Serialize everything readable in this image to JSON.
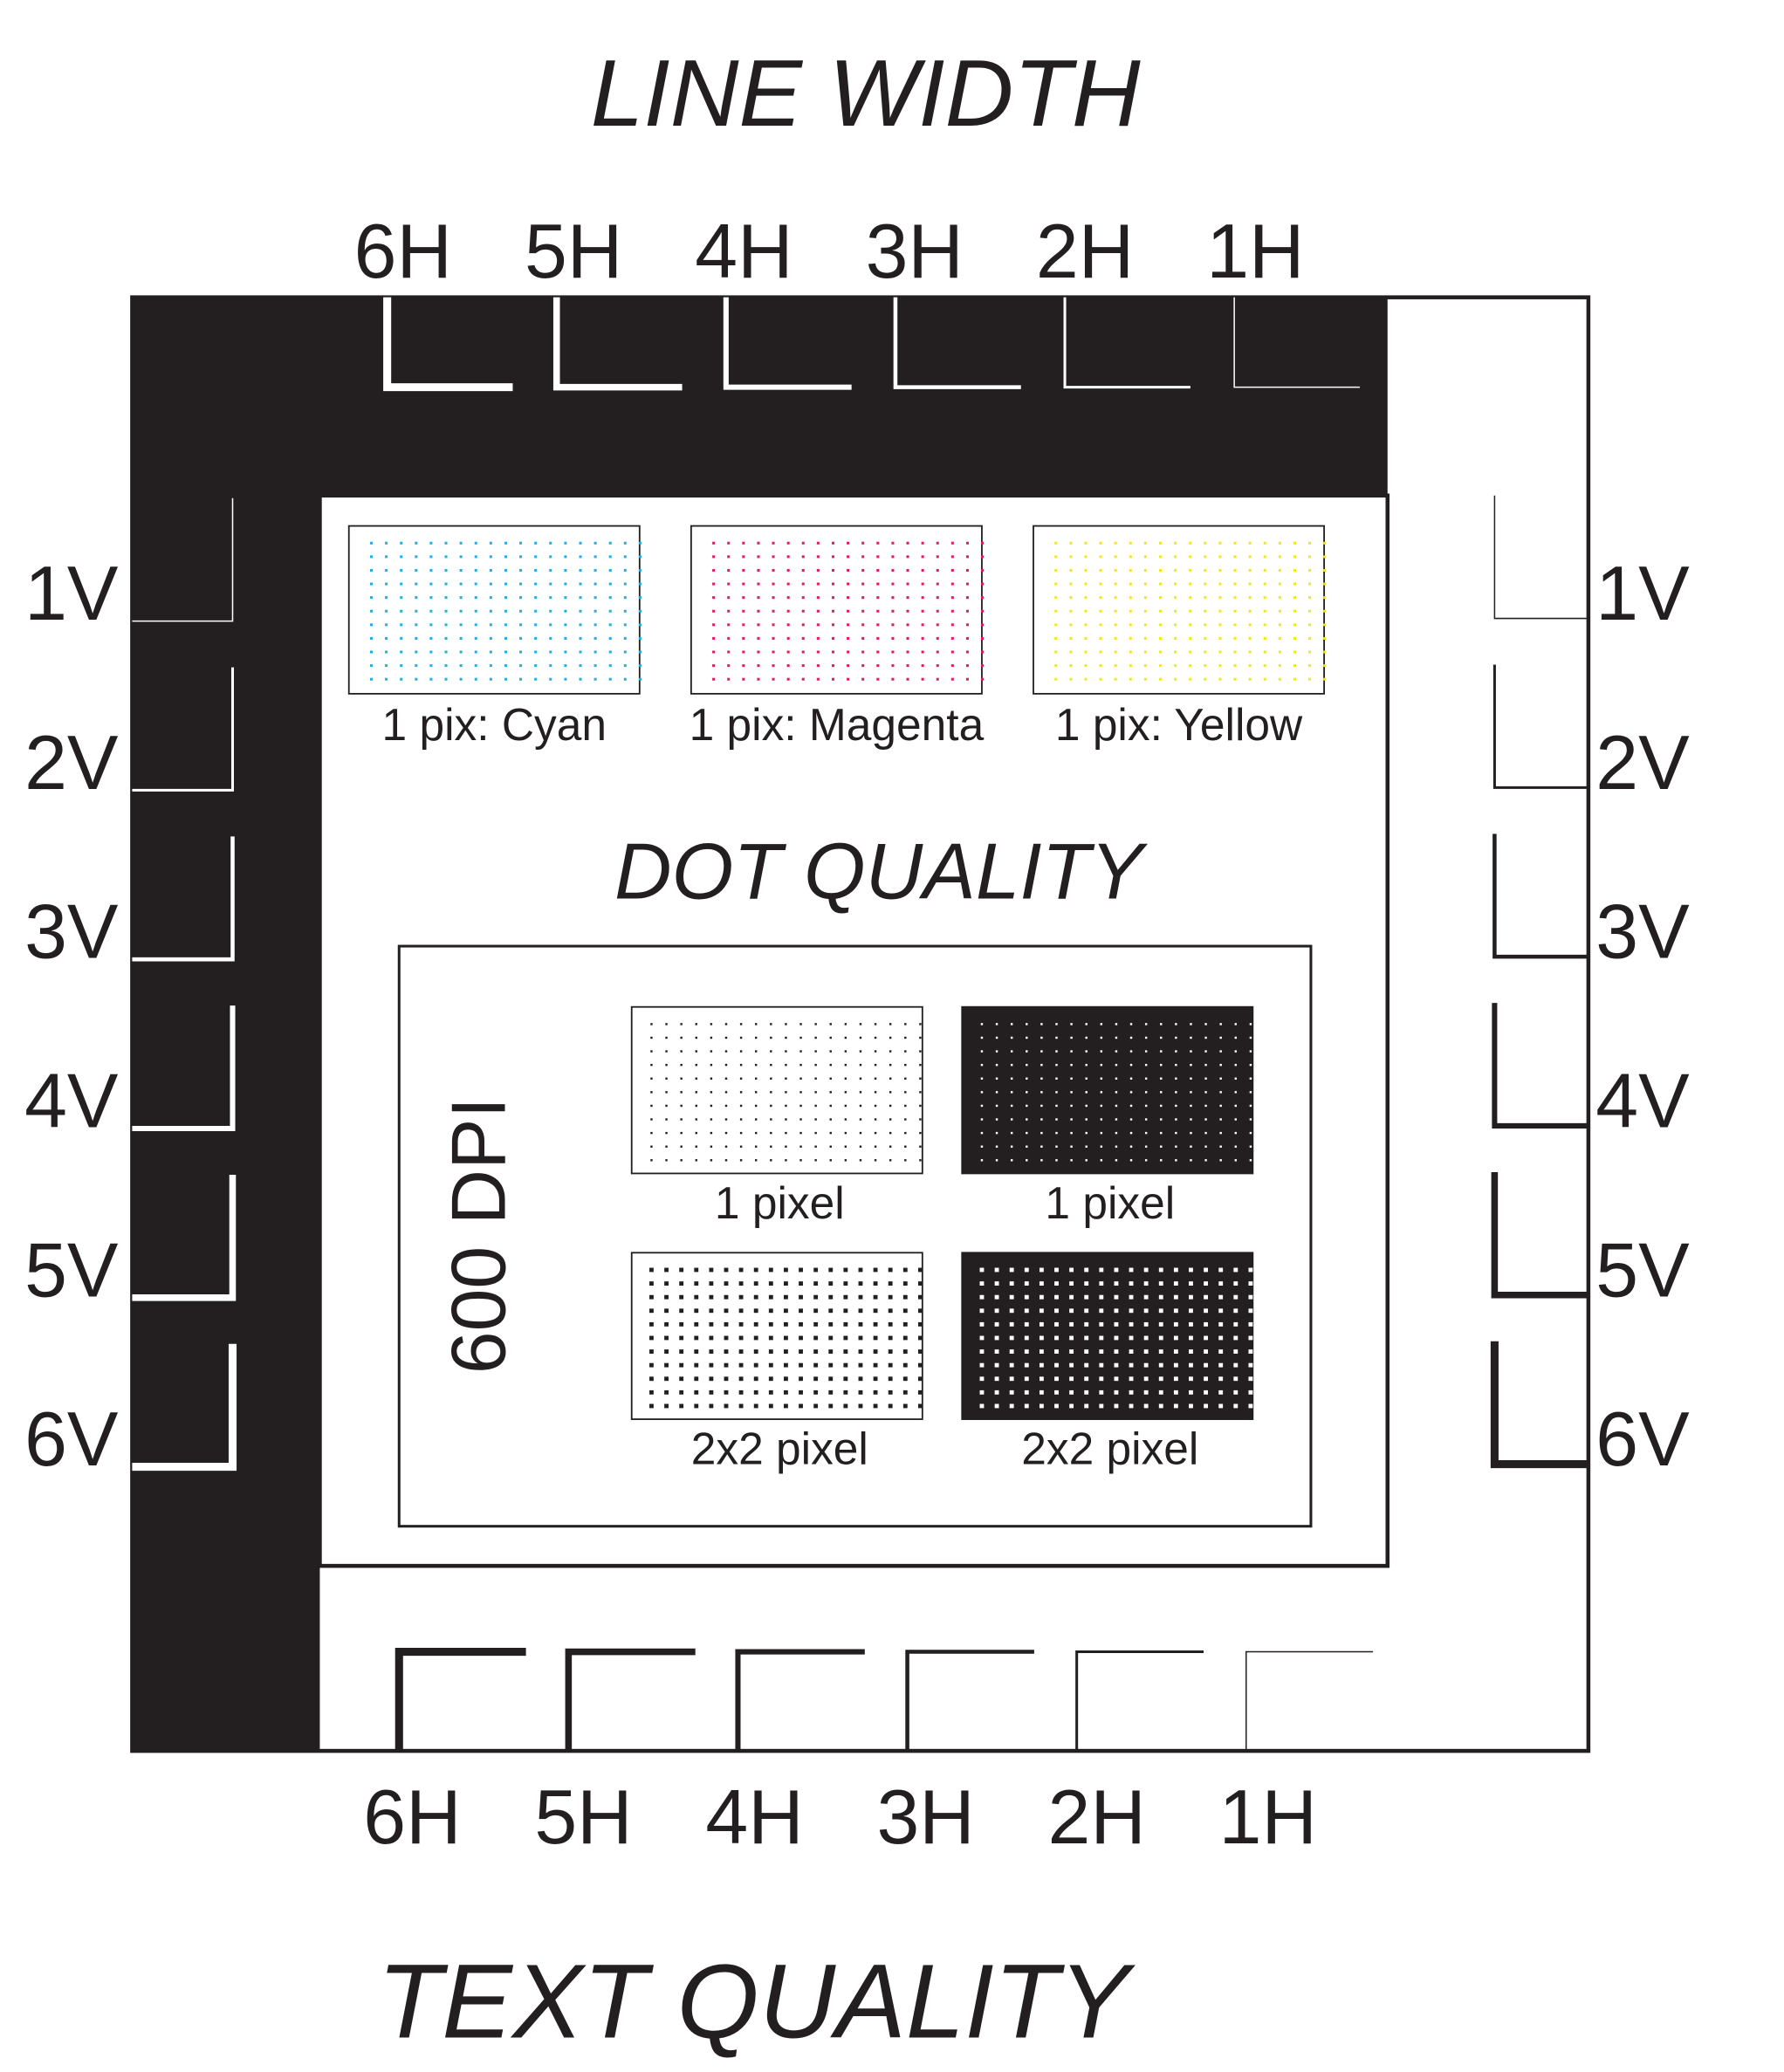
{
  "titles": {
    "line_width": "LINE WIDTH",
    "dot_quality": "DOT QUALITY",
    "text_quality": "TEXT QUALITY",
    "dpi": "600 DPI"
  },
  "horizontal_labels": [
    "6H",
    "5H",
    "4H",
    "3H",
    "2H",
    "1H"
  ],
  "vertical_labels": [
    "1V",
    "2V",
    "3V",
    "4V",
    "5V",
    "6V"
  ],
  "color_patches": [
    {
      "label": "1 pix: Cyan",
      "color": "#1eaee8"
    },
    {
      "label": "1 pix: Magenta",
      "color": "#e6175c"
    },
    {
      "label": "1 pix: Yellow",
      "color": "#f3e61c"
    }
  ],
  "dot_patches": [
    {
      "label": "1 pixel",
      "background": "#ffffff",
      "dot": "#231f20",
      "dot_size": 1
    },
    {
      "label": "1 pixel",
      "background": "#231f20",
      "dot": "#ffffff",
      "dot_size": 1
    },
    {
      "label": "2x2 pixel",
      "background": "#ffffff",
      "dot": "#231f20",
      "dot_size": 2
    },
    {
      "label": "2x2 pixel",
      "background": "#231f20",
      "dot": "#ffffff",
      "dot_size": 2
    }
  ],
  "colors": {
    "ink": "#231f20",
    "paper": "#ffffff"
  }
}
